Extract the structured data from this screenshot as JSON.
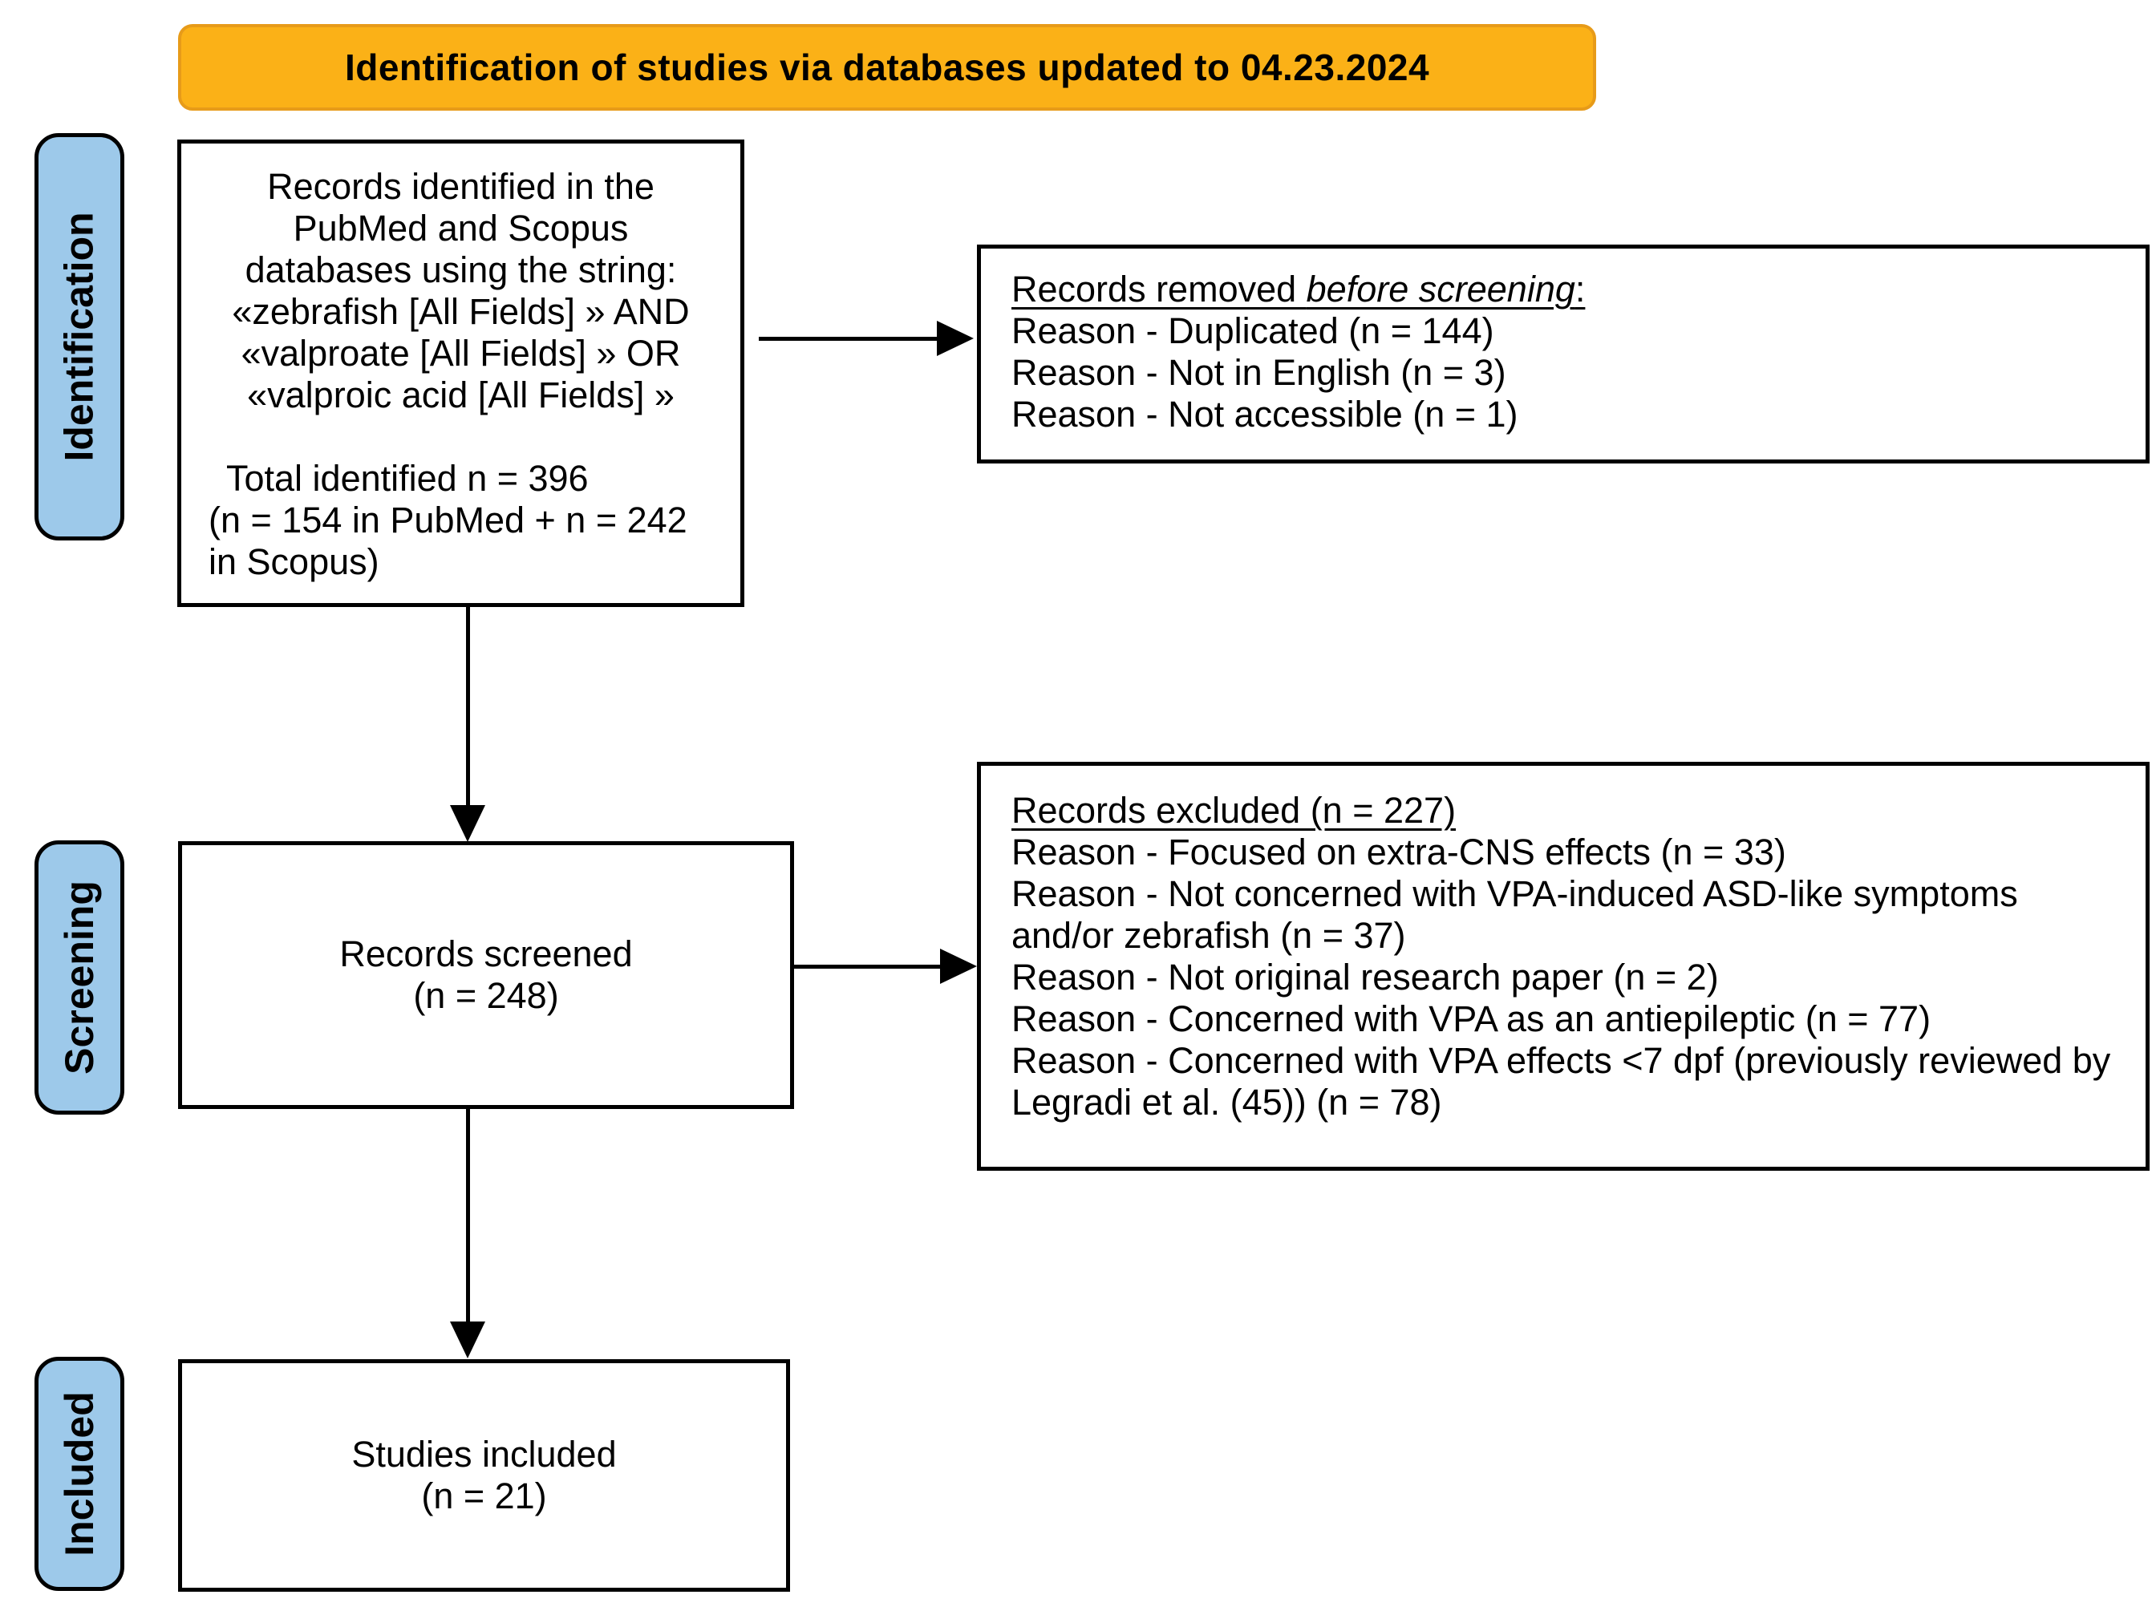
{
  "banner": {
    "text": "Identification of studies via databases updated to 04.23.2024"
  },
  "stages": [
    {
      "label": "Identification"
    },
    {
      "label": "Screening"
    },
    {
      "label": "Included"
    }
  ],
  "boxes": {
    "identified": {
      "centered_lines": [
        "Records identified in the",
        "PubMed and Scopus",
        "databases using the string:",
        "«zebrafish [All Fields] » AND",
        "«valproate [All Fields] » OR",
        "«valproic acid [All Fields] »"
      ],
      "left_lines": [
        "Total identified n = 396",
        "(n = 154 in PubMed + n = 242",
        "in Scopus)"
      ]
    },
    "removed": {
      "title_prefix": "Records removed ",
      "title_italic": "before screening",
      "title_suffix": ":",
      "reasons": [
        "Reason - Duplicated (n = 144)",
        "Reason - Not in English (n = 3)",
        "Reason - Not accessible (n = 1)"
      ]
    },
    "screened": {
      "line1": "Records screened",
      "line2": "(n = 248)"
    },
    "excluded": {
      "title": "Records excluded (n = 227)",
      "reasons": [
        "Reason - Focused on extra-CNS effects (n = 33)",
        "Reason - Not concerned with VPA-induced ASD-like symptoms and/or zebrafish (n = 37)",
        "Reason - Not original research paper (n = 2)",
        "Reason - Concerned with VPA as an antiepileptic (n = 77)",
        "Reason - Concerned with VPA effects <7 dpf (previously reviewed by Legradi et al. (45)) (n = 78)"
      ]
    },
    "included": {
      "line1": "Studies included",
      "line2": "(n = 21)"
    }
  },
  "colors": {
    "banner_fill": "#FBB117",
    "banner_border": "#E79B19",
    "stage_fill": "#9DC9EA",
    "box_border": "#000000"
  }
}
